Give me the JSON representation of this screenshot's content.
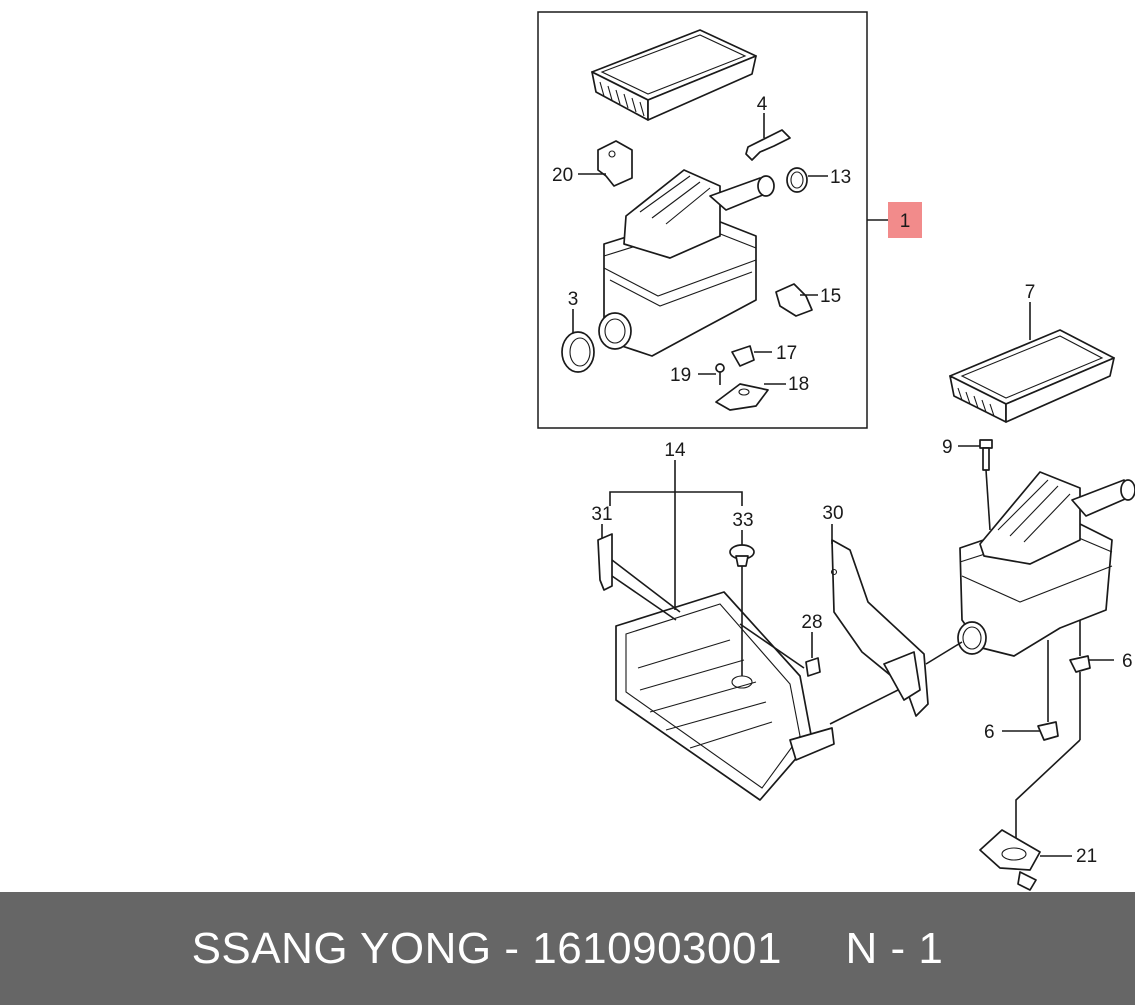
{
  "colors": {
    "highlight": "#f28b8b",
    "footer_bg": "#666666",
    "footer_text": "#ffffff",
    "line": "#1a1a1a"
  },
  "callouts": {
    "c1": "1",
    "c3": "3",
    "c4": "4",
    "c6a": "6",
    "c6b": "6",
    "c7": "7",
    "c9": "9",
    "c13": "13",
    "c14": "14",
    "c15": "15",
    "c17": "17",
    "c18": "18",
    "c19": "19",
    "c20": "20",
    "c21": "21",
    "c28": "28",
    "c30": "30",
    "c31": "31",
    "c33": "33"
  },
  "footer": {
    "text": "SSANG YONG - 1610903001     N - 1"
  }
}
